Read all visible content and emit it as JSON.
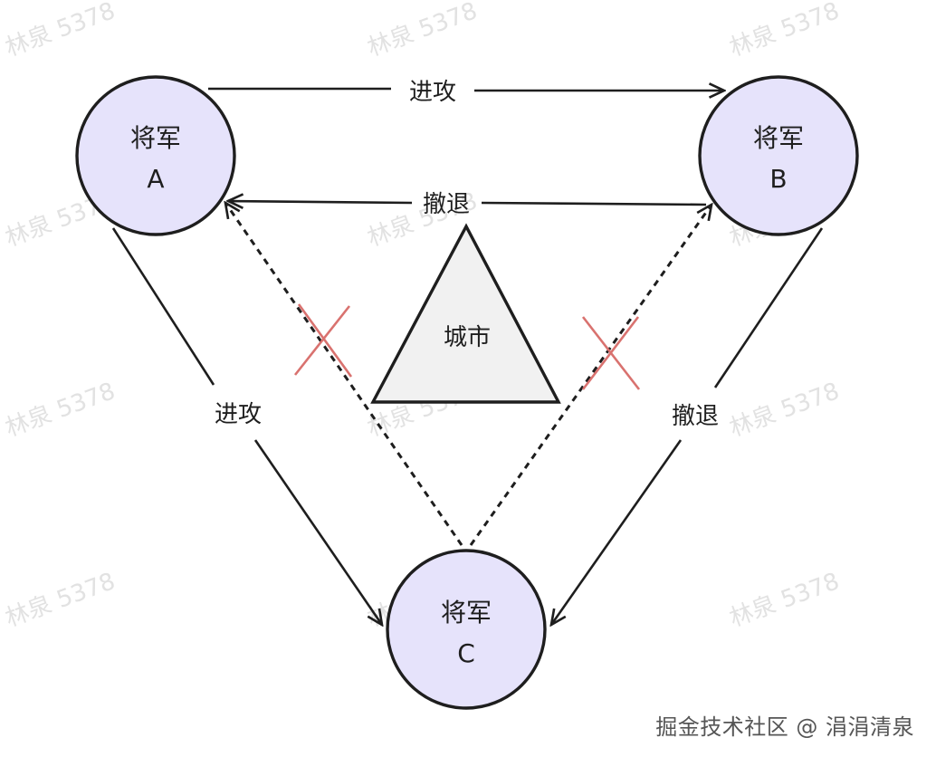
{
  "nodes": {
    "general_a": {
      "title": "将军",
      "letter": "A"
    },
    "general_b": {
      "title": "将军",
      "letter": "B"
    },
    "general_c": {
      "title": "将军",
      "letter": "C"
    }
  },
  "city": {
    "label": "城市"
  },
  "edges": {
    "a_to_b": "进攻",
    "b_to_a": "撤退",
    "a_to_c": "进攻",
    "b_to_c": "撤退"
  },
  "watermark": "林泉 5378",
  "footer": "掘金技术社区 @ 涓涓清泉",
  "colors": {
    "node_fill": "#e6e3fb",
    "stroke": "#1e1e1e",
    "city_fill": "#f1f1f1",
    "cross": "#d9726f"
  }
}
